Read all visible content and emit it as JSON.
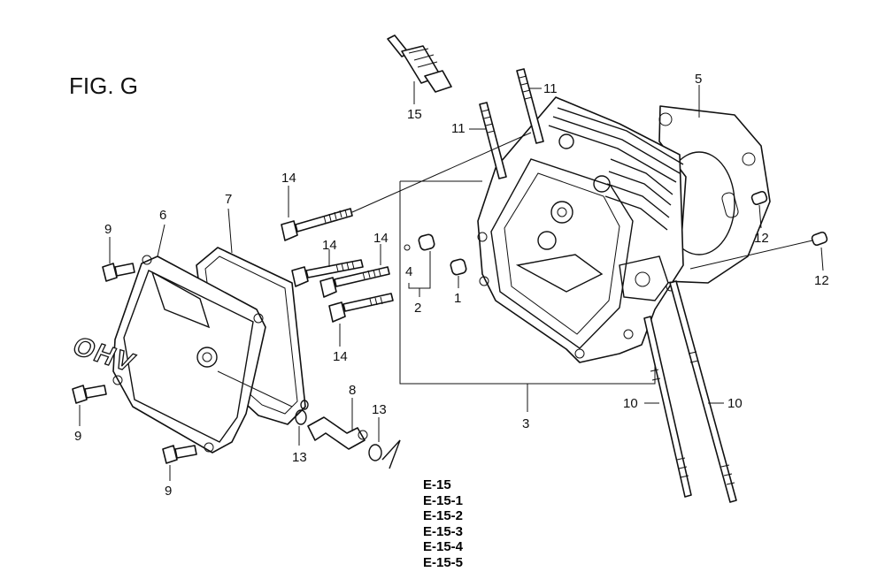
{
  "figure": {
    "title": "FIG. G"
  },
  "callouts": {
    "c1": "1",
    "c2": "2",
    "c3": "3",
    "c4": "4",
    "c5": "5",
    "c6": "6",
    "c7": "7",
    "c8": "8",
    "c9a": "9",
    "c9b": "9",
    "c9c": "9",
    "c10a": "10",
    "c10b": "10",
    "c11a": "11",
    "c11b": "11",
    "c12a": "12",
    "c12b": "12",
    "c13a": "13",
    "c13b": "13",
    "c14a": "14",
    "c14b": "14",
    "c14c": "14",
    "c15": "15"
  },
  "cover_text": "OHV",
  "references": [
    "E-15",
    "E-15-1",
    "E-15-2",
    "E-15-3",
    "E-15-4",
    "E-15-5"
  ]
}
